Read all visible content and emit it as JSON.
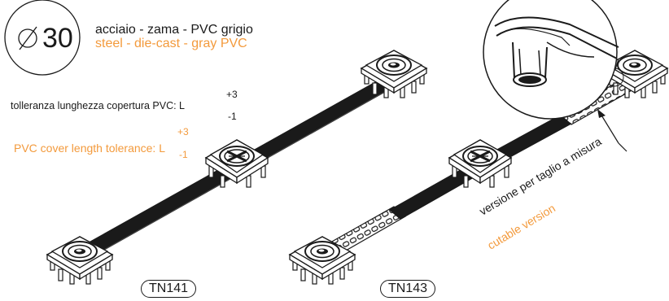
{
  "diameter": {
    "symbol": "∅",
    "value": "30"
  },
  "materials": {
    "it": "acciaio - zama - PVC grigio",
    "en": "steel  -  die-cast - gray PVC"
  },
  "tolerance": {
    "it": "tolleranza lunghezza copertura PVC: L",
    "en": "PVC cover length tolerance: L",
    "upper": "+3",
    "lower": "-1"
  },
  "cutable": {
    "it": "versione per taglio a misura",
    "en": "cutable version"
  },
  "models": [
    "TN141",
    "TN143"
  ],
  "colors": {
    "line": "#1a1a1a",
    "accent": "#f39a3c",
    "background": "#ffffff"
  }
}
